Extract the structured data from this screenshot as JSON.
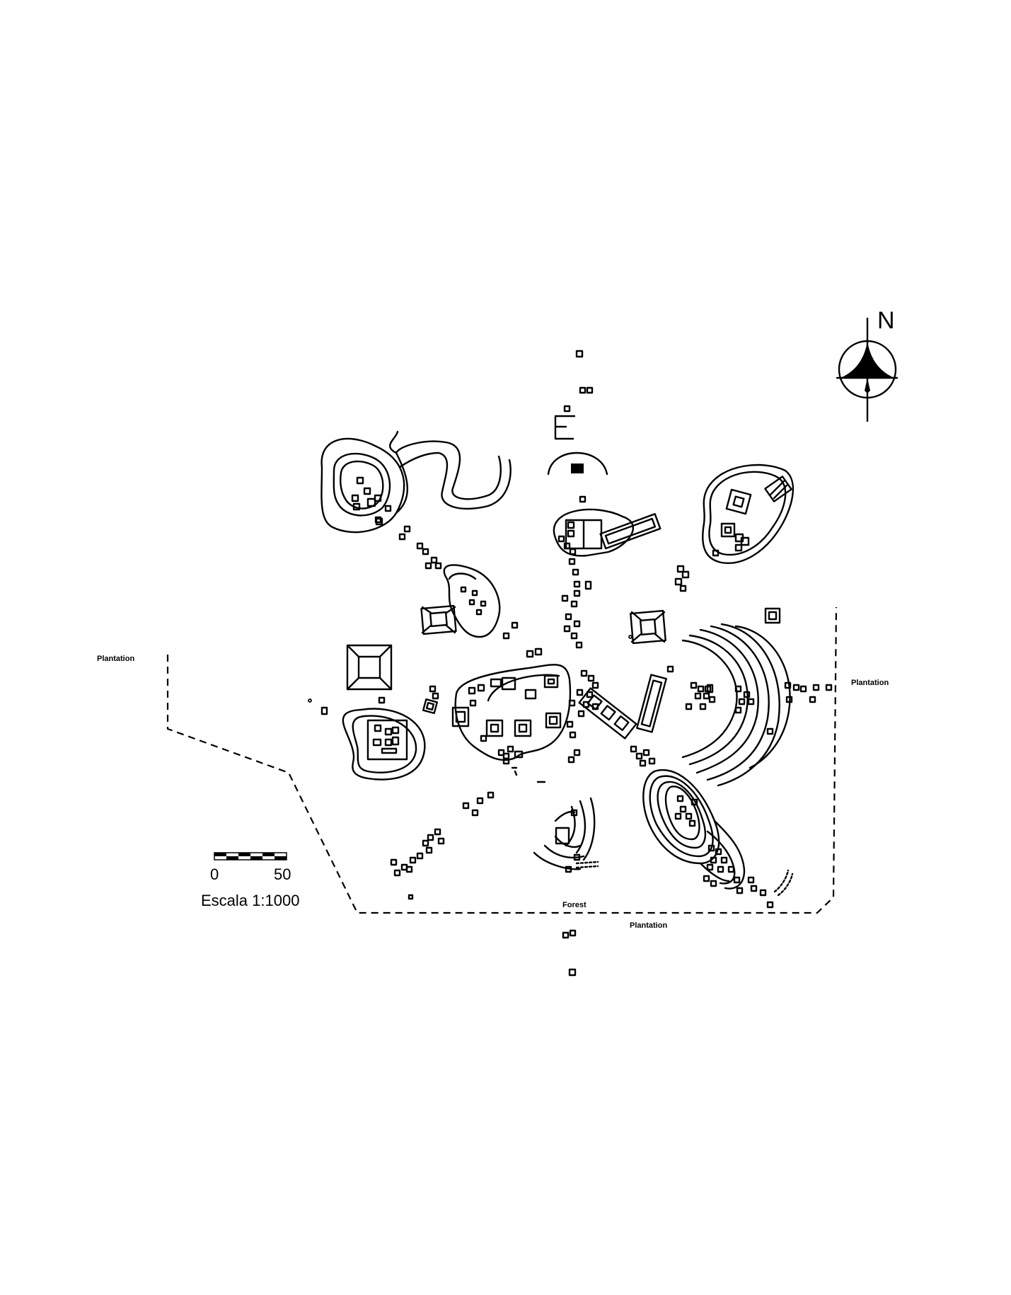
{
  "compass": {
    "label": "N"
  },
  "labels": {
    "plantation_west": "Plantation",
    "plantation_east": "Plantation",
    "plantation_south": "Plantation",
    "forest": "Forest"
  },
  "scale_bar": {
    "tick_start": "0",
    "tick_end": "50",
    "caption": "Escala 1:1000"
  },
  "icons": [
    "north-arrow-icon",
    "scale-bar-icon"
  ]
}
